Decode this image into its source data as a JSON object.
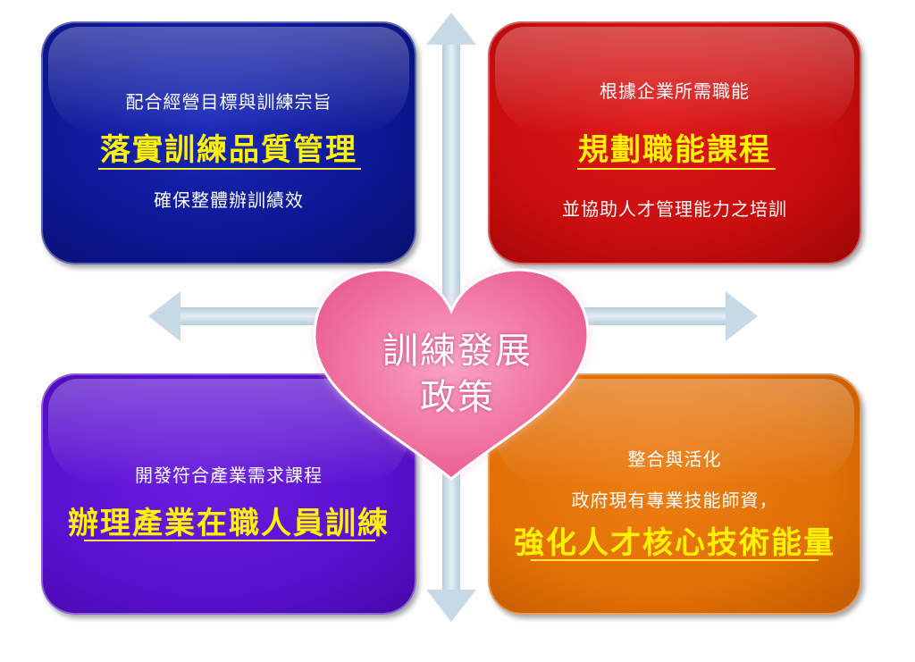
{
  "center": {
    "line1": "訓練發展",
    "line2": "政策"
  },
  "top_left": {
    "subtitle": "配合經營目標與訓練宗旨",
    "title": "落實訓練品質管理",
    "description": "確保整體辦訓績效"
  },
  "top_right": {
    "subtitle": "根據企業所需職能",
    "title": "規劃職能課程",
    "description": "並協助人才管理能力之培訓"
  },
  "bottom_left": {
    "subtitle": "開發符合產業需求課程",
    "title": "辦理產業在職人員訓練"
  },
  "bottom_right": {
    "line1": "整合與活化",
    "line2": "政府現有專業技能師資，",
    "title": "強化人才核心技術能量"
  },
  "colors": {
    "top_left": "#0c1794",
    "top_right": "#c80d0d",
    "bottom_left": "#5a10cf",
    "bottom_right": "#e06f05",
    "heart": "#f27aa6",
    "arrow": "#c9dbe6",
    "highlight_text": "#fff200"
  }
}
